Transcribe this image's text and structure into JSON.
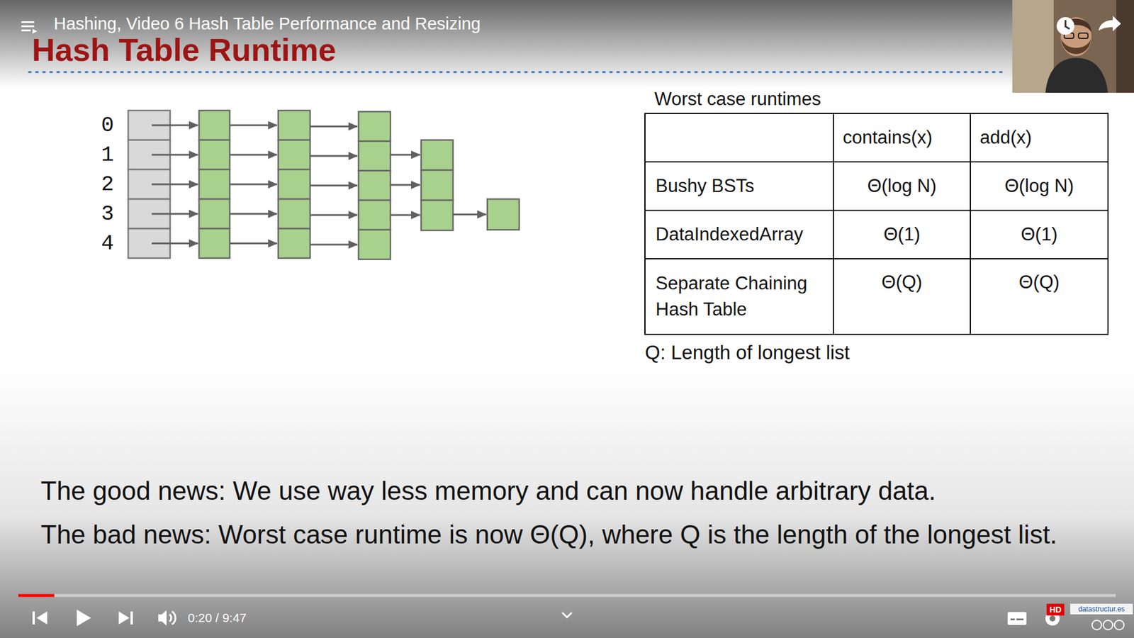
{
  "diagram": {
    "title": "Hash Table Runtime",
    "labels": [
      "Hashing, Video 6 Hash Table Performance and Resizing",
      "0",
      "1",
      "2",
      "3",
      "4",
      "Worst case runtimes",
      "contains(x)",
      "add(x)",
      "Bushy BSTs",
      "Θ(log N)",
      "Θ(log N)",
      "DataIndexedArray",
      "Θ(1)",
      "Θ(1)",
      "Separate Chaining Hash Table",
      "Θ(Q)",
      "Θ(Q)",
      "Q: Length of longest list",
      "The good news: We use way less memory and can now handle arbitrary data.",
      "The bad news: Worst case runtime is now Θ(Q), where Q is the length of the longest list.",
      "0:20 / 9:47",
      "HD",
      "datastructur.es"
    ]
  }
}
